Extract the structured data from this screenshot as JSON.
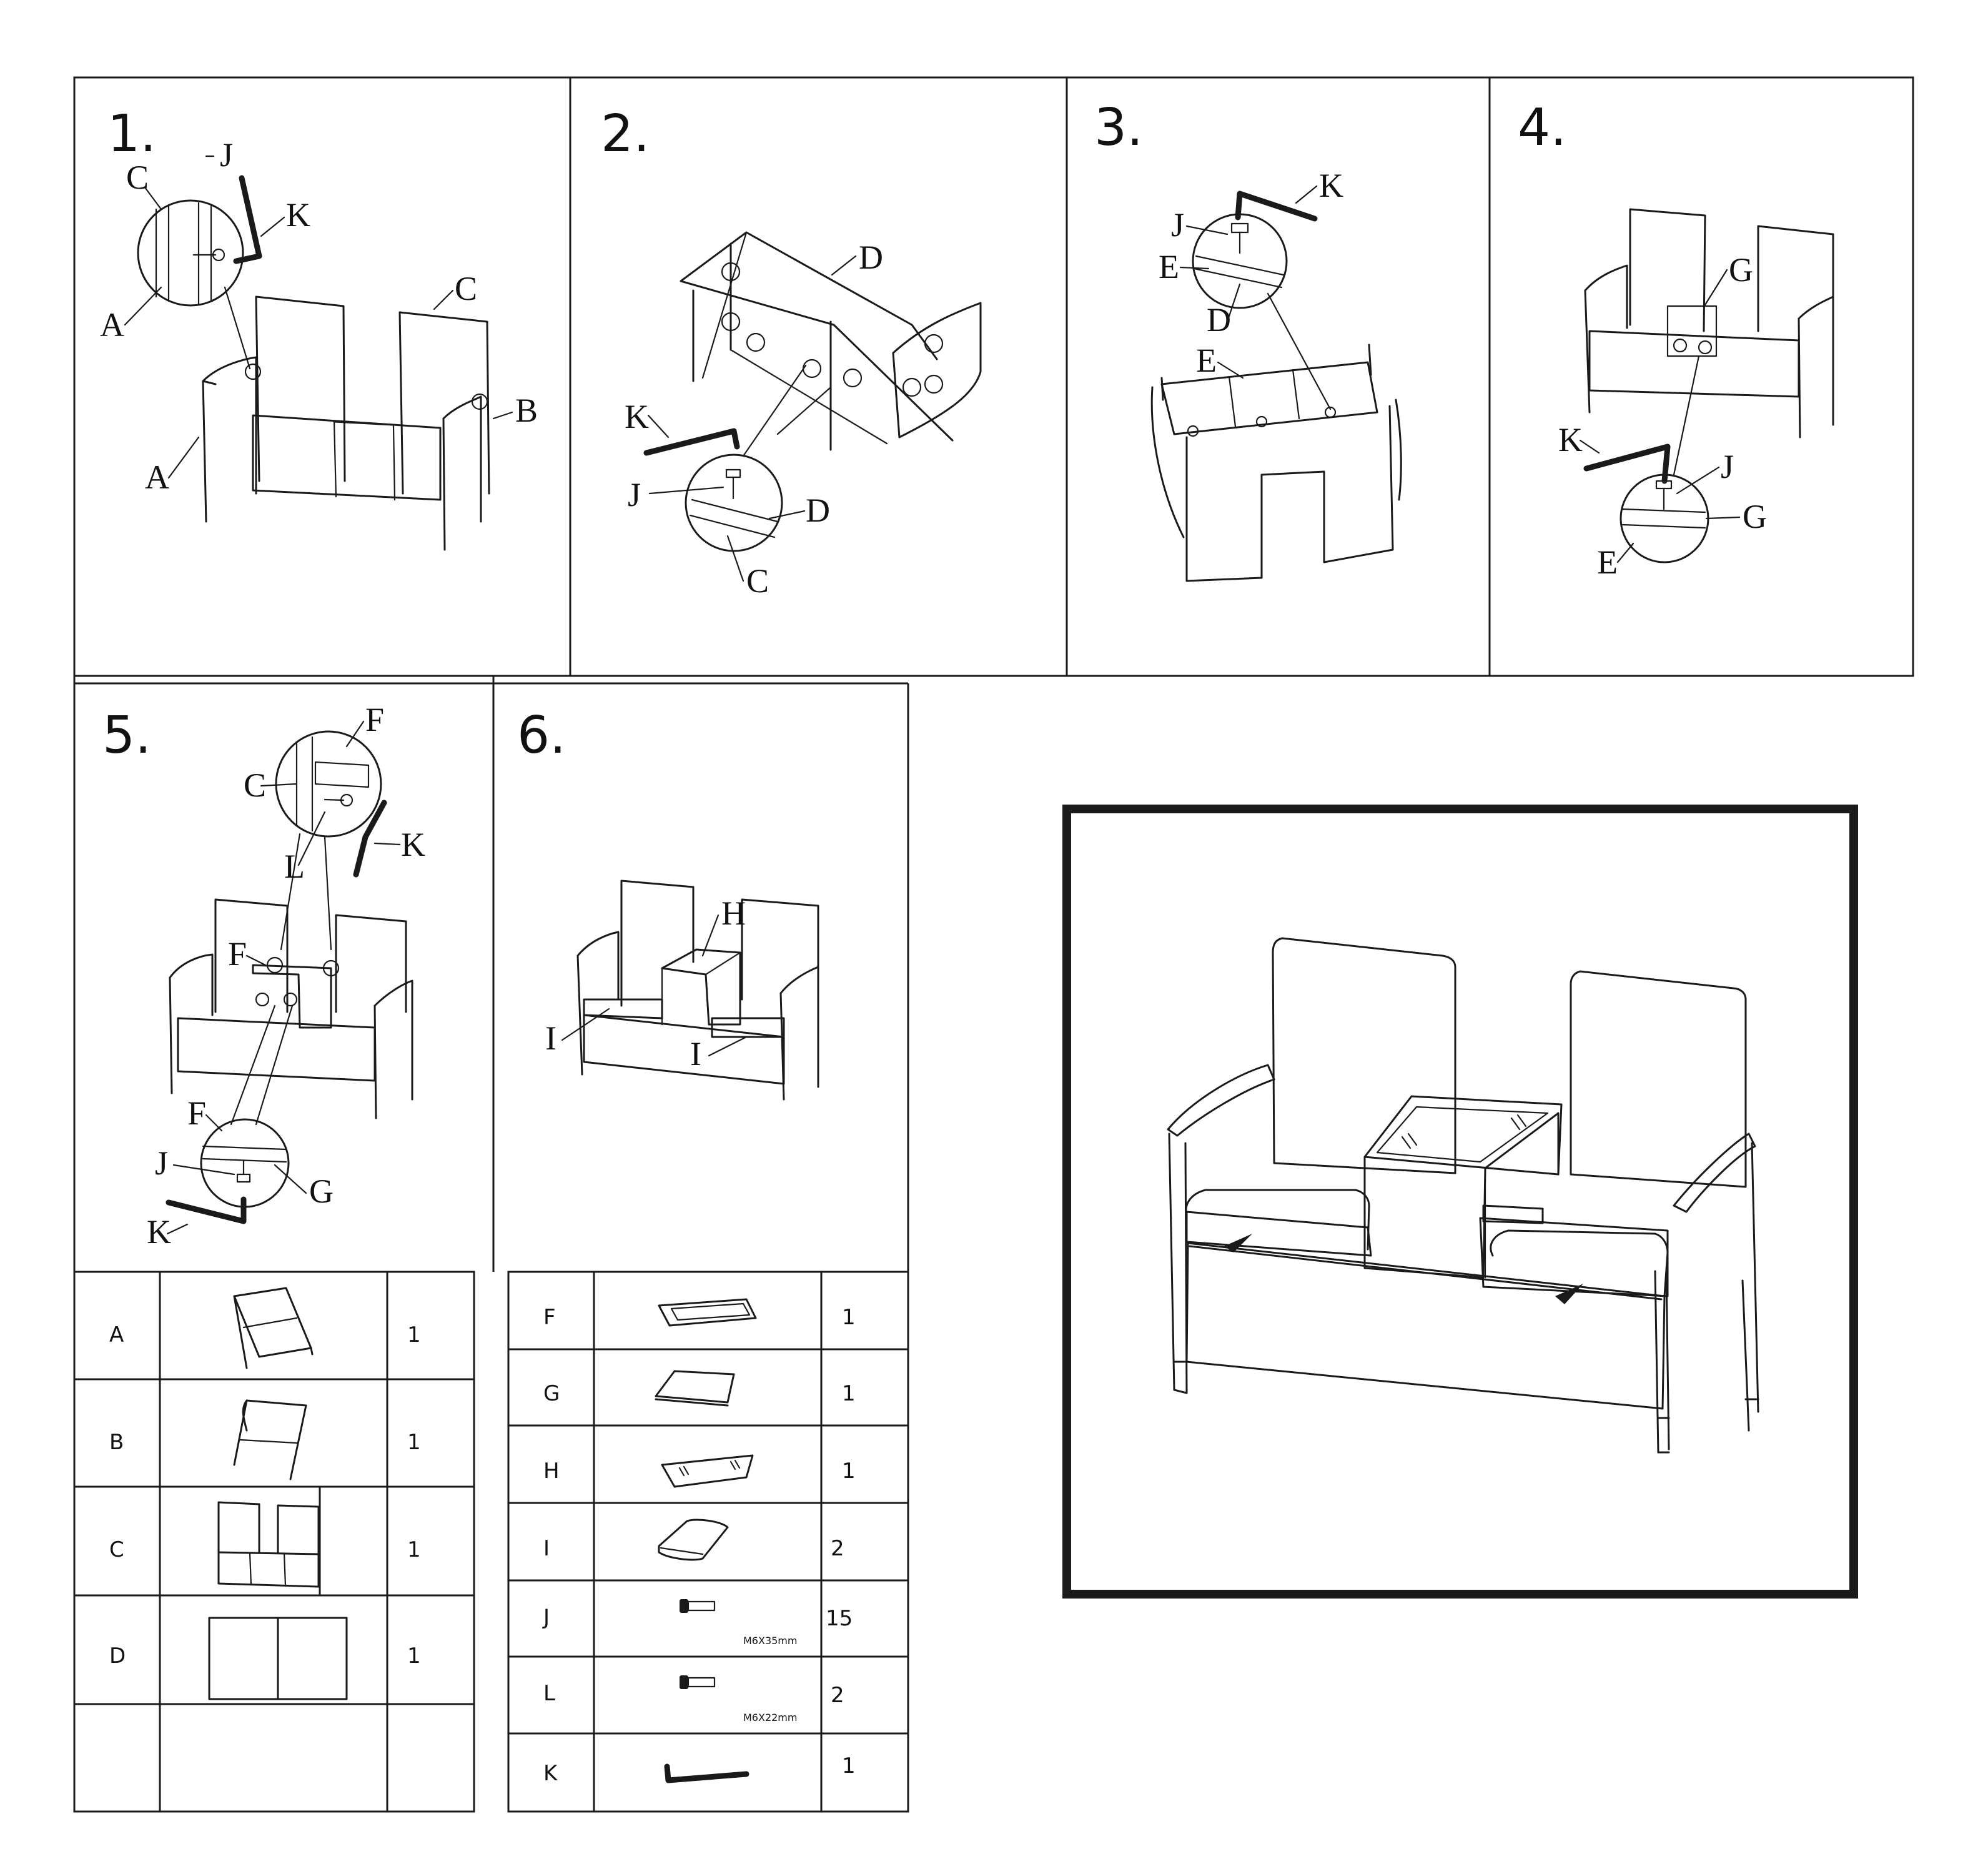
{
  "steps": [
    {
      "number": "1.",
      "callouts": [
        "C",
        "J",
        "K",
        "A",
        "C",
        "B",
        "A"
      ]
    },
    {
      "number": "2.",
      "callouts": [
        "D",
        "K",
        "J",
        "D",
        "C"
      ]
    },
    {
      "number": "3.",
      "callouts": [
        "K",
        "J",
        "E",
        "D",
        "E"
      ]
    },
    {
      "number": "4.",
      "callouts": [
        "G",
        "K",
        "J",
        "G",
        "E"
      ]
    },
    {
      "number": "5.",
      "callouts": [
        "F",
        "C",
        "K",
        "L",
        "F",
        "F",
        "J",
        "G",
        "K"
      ]
    },
    {
      "number": "6.",
      "callouts": [
        "H",
        "I",
        "I"
      ]
    }
  ],
  "parts_left": [
    {
      "letter": "A",
      "qty": "1"
    },
    {
      "letter": "B",
      "qty": "1"
    },
    {
      "letter": "C",
      "qty": "1"
    },
    {
      "letter": "D",
      "qty": "1"
    },
    {
      "letter": "",
      "qty": ""
    }
  ],
  "parts_right": [
    {
      "letter": "F",
      "qty": "1",
      "spec": ""
    },
    {
      "letter": "G",
      "qty": "1",
      "spec": ""
    },
    {
      "letter": "H",
      "qty": "1",
      "spec": ""
    },
    {
      "letter": "I",
      "qty": "2",
      "spec": ""
    },
    {
      "letter": "J",
      "qty": "15",
      "spec": "M6X35mm"
    },
    {
      "letter": "L",
      "qty": "2",
      "spec": "M6X22mm"
    },
    {
      "letter": "K",
      "qty": "1",
      "spec": ""
    }
  ],
  "colors": {
    "line": "#1a1a1a",
    "background": "#ffffff"
  },
  "icons": [
    "allen-key-icon",
    "bolt-icon",
    "detail-magnifier-icon"
  ]
}
